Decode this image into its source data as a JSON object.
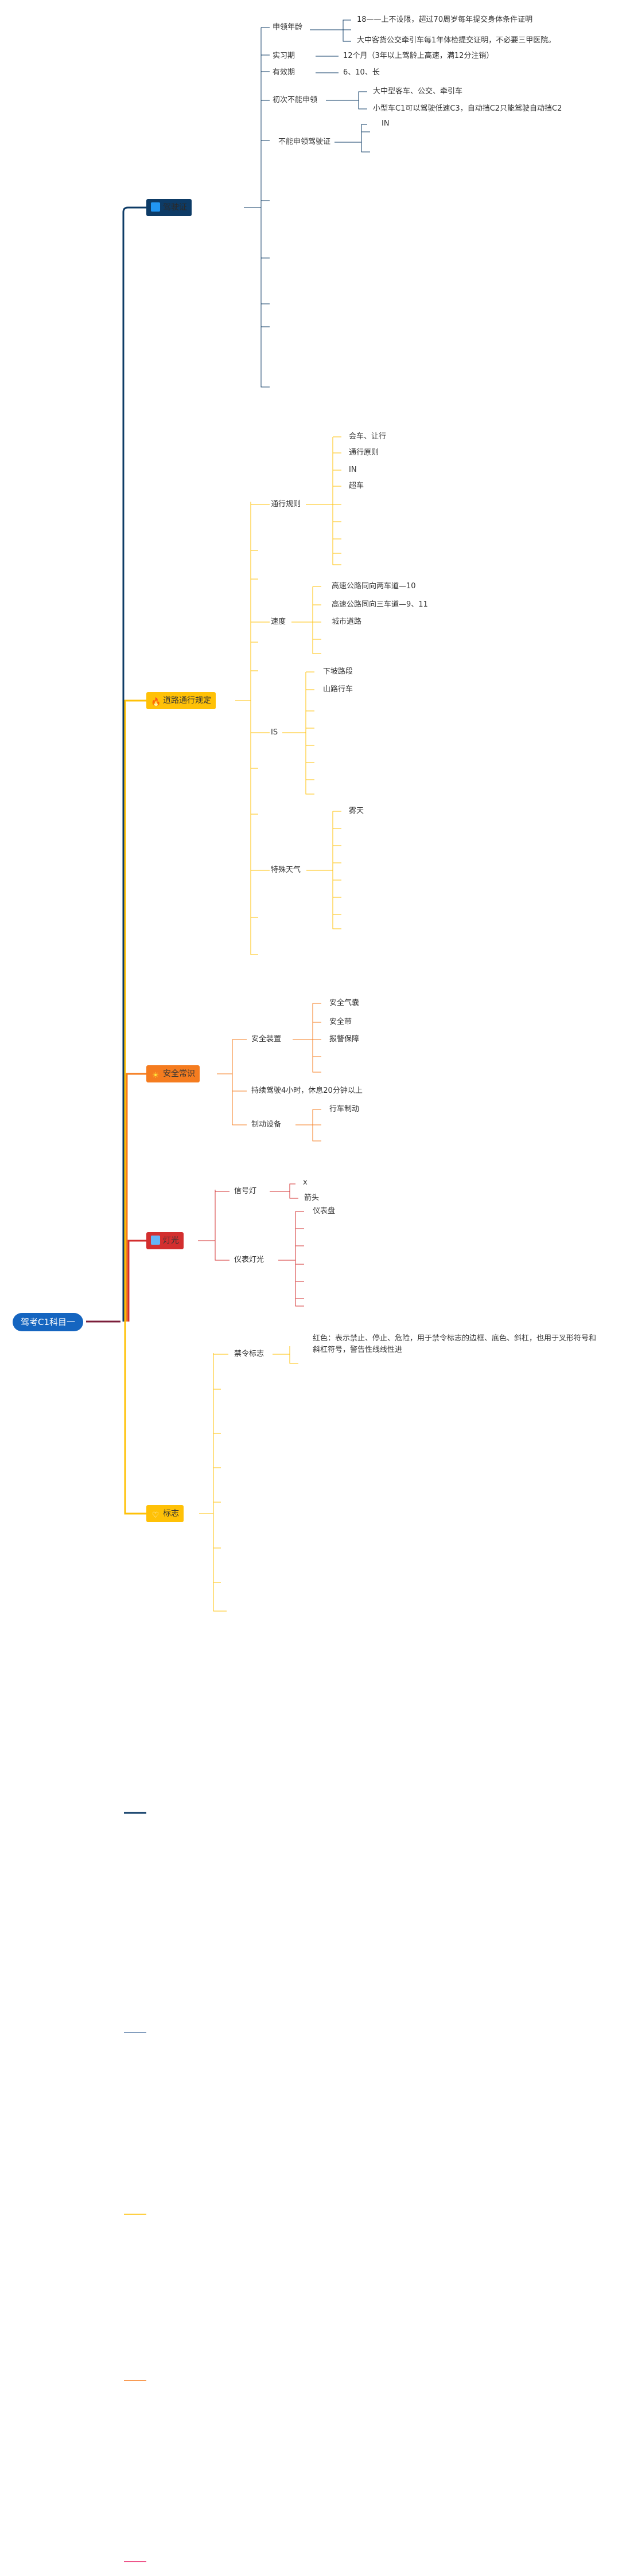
{
  "root": {
    "label": "驾考C1科目一"
  },
  "colors": {
    "root": "#1565c0",
    "b1": "#0d3b66",
    "b2": "#ffc107",
    "b3": "#f57c1f",
    "b4": "#d32f2f",
    "b5": "#ffc107",
    "b1_icon": "#2196f3",
    "b4_icon": "#64b5f6"
  },
  "branches": [
    {
      "id": "b1",
      "label": "驾驶证",
      "icon": "square-icon",
      "children": [
        {
          "label": "申领年龄",
          "children": [
            "18——上不设限，超过70周岁每年提交身体条件证明",
            "大中客货公交牵引车每1年体检提交证明，不必要三甲医院。"
          ]
        },
        {
          "label": "实习期",
          "children": [
            "12个月（3年以上驾龄上高速，满12分注销）"
          ]
        },
        {
          "label": "有效期",
          "children": [
            "6、10、长"
          ]
        },
        {
          "label": "初次不能申领",
          "children": [
            "大中型客车、公交、牵引车",
            "小型车C1可以驾驶低速C3，自动挡C2只能驾驶自动挡C2"
          ]
        },
        {
          "label": "不能申领驾驶证",
          "children": [
            "IN"
          ]
        }
      ]
    },
    {
      "id": "b2",
      "label": "道路通行规定",
      "icon": "fire-icon",
      "children": [
        {
          "label": "通行规则",
          "children": [
            "会车、让行",
            "通行原则",
            "IN",
            "超车"
          ]
        },
        {
          "label": "速度",
          "children": [
            "高速公路同向两车道—10",
            "高速公路同向三车道—9、11",
            "城市道路"
          ]
        },
        {
          "label": "IS",
          "children": [
            "下坡路段",
            "山路行车"
          ]
        },
        {
          "label": "特殊天气",
          "children": [
            "雾天"
          ]
        }
      ]
    },
    {
      "id": "b3",
      "label": "安全常识",
      "icon": "sun-icon",
      "children": [
        {
          "label": "安全装置",
          "children": [
            "安全气囊",
            "安全带",
            "报警保障"
          ]
        },
        {
          "label": "持续驾驶4小时，休息20分钟以上",
          "children": []
        },
        {
          "label": "制动设备",
          "children": [
            "行车制动"
          ]
        }
      ]
    },
    {
      "id": "b4",
      "label": "灯光",
      "icon": "square-icon",
      "children": [
        {
          "label": "信号灯",
          "children": [
            "x",
            "箭头"
          ]
        },
        {
          "label": "仪表灯光",
          "children": [
            "仪表盘"
          ]
        }
      ]
    },
    {
      "id": "b5",
      "label": "标志",
      "icon": "heart-icon",
      "children": [
        {
          "label": "禁令标志",
          "children": [
            "红色：表示禁止、停止、危险，用于禁令标志的边框、底色、斜杠，也用于叉形符号和斜杠符号，警告性线线性进"
          ]
        }
      ]
    }
  ]
}
